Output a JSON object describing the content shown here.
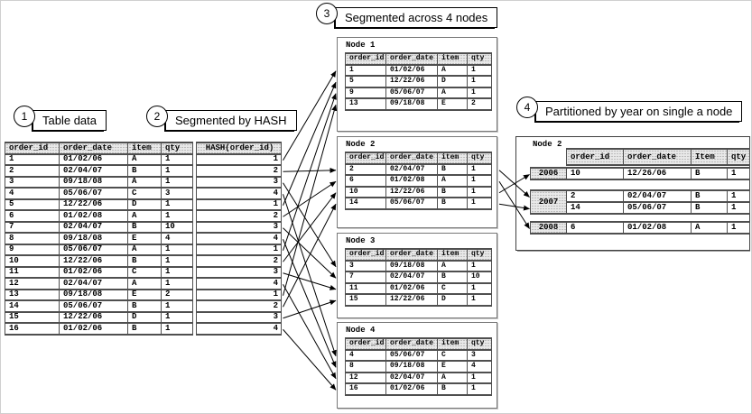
{
  "callouts": [
    {
      "num": "1",
      "label": "Table data"
    },
    {
      "num": "2",
      "label": "Segmented by HASH"
    },
    {
      "num": "3",
      "label": "Segmented across 4 nodes"
    },
    {
      "num": "4",
      "label": "Partitioned by year on single a node"
    }
  ],
  "main_table": {
    "headers": [
      "order_id",
      "order_date",
      "item",
      "qty"
    ],
    "hash_header": "HASH(order_id)",
    "rows": [
      [
        "1",
        "01/02/06",
        "A",
        "1",
        "1"
      ],
      [
        "2",
        "02/04/07",
        "B",
        "1",
        "2"
      ],
      [
        "3",
        "09/18/08",
        "A",
        "1",
        "3"
      ],
      [
        "4",
        "05/06/07",
        "C",
        "3",
        "4"
      ],
      [
        "5",
        "12/22/06",
        "D",
        "1",
        "1"
      ],
      [
        "6",
        "01/02/08",
        "A",
        "1",
        "2"
      ],
      [
        "7",
        "02/04/07",
        "B",
        "10",
        "3"
      ],
      [
        "8",
        "09/18/08",
        "E",
        "4",
        "4"
      ],
      [
        "9",
        "05/06/07",
        "A",
        "1",
        "1"
      ],
      [
        "10",
        "12/22/06",
        "B",
        "1",
        "2"
      ],
      [
        "11",
        "01/02/06",
        "C",
        "1",
        "3"
      ],
      [
        "12",
        "02/04/07",
        "A",
        "1",
        "4"
      ],
      [
        "13",
        "09/18/08",
        "E",
        "2",
        "1"
      ],
      [
        "14",
        "05/06/07",
        "B",
        "1",
        "2"
      ],
      [
        "15",
        "12/22/06",
        "D",
        "1",
        "3"
      ],
      [
        "16",
        "01/02/06",
        "B",
        "1",
        "4"
      ]
    ]
  },
  "node_headers": [
    "order_id",
    "order_date",
    "item",
    "qty"
  ],
  "nodes": [
    {
      "title": "Node 1",
      "rows": [
        [
          "1",
          "01/02/06",
          "A",
          "1"
        ],
        [
          "5",
          "12/22/06",
          "D",
          "1"
        ],
        [
          "9",
          "05/06/07",
          "A",
          "1"
        ],
        [
          "13",
          "09/18/08",
          "E",
          "2"
        ]
      ]
    },
    {
      "title": "Node 2",
      "rows": [
        [
          "2",
          "02/04/07",
          "B",
          "1"
        ],
        [
          "6",
          "01/02/08",
          "A",
          "1"
        ],
        [
          "10",
          "12/22/06",
          "B",
          "1"
        ],
        [
          "14",
          "05/06/07",
          "B",
          "1"
        ]
      ]
    },
    {
      "title": "Node 3",
      "rows": [
        [
          "3",
          "09/18/08",
          "A",
          "1"
        ],
        [
          "7",
          "02/04/07",
          "B",
          "10"
        ],
        [
          "11",
          "01/02/06",
          "C",
          "1"
        ],
        [
          "15",
          "12/22/06",
          "D",
          "1"
        ]
      ]
    },
    {
      "title": "Node 4",
      "rows": [
        [
          "4",
          "05/06/07",
          "C",
          "3"
        ],
        [
          "8",
          "09/18/08",
          "E",
          "4"
        ],
        [
          "12",
          "02/04/07",
          "A",
          "1"
        ],
        [
          "16",
          "01/02/06",
          "B",
          "1"
        ]
      ]
    }
  ],
  "partition": {
    "title": "Node 2",
    "headers": [
      "order_id",
      "order_date",
      "Item",
      "qty"
    ],
    "groups": [
      {
        "year": "2006",
        "rows": [
          [
            "10",
            "12/26/06",
            "B",
            "1"
          ]
        ]
      },
      {
        "year": "2007",
        "rows": [
          [
            "2",
            "02/04/07",
            "B",
            "1"
          ],
          [
            "14",
            "05/06/07",
            "B",
            "1"
          ]
        ]
      },
      {
        "year": "2008",
        "rows": [
          [
            "6",
            "01/02/08",
            "A",
            "1"
          ]
        ]
      }
    ]
  }
}
